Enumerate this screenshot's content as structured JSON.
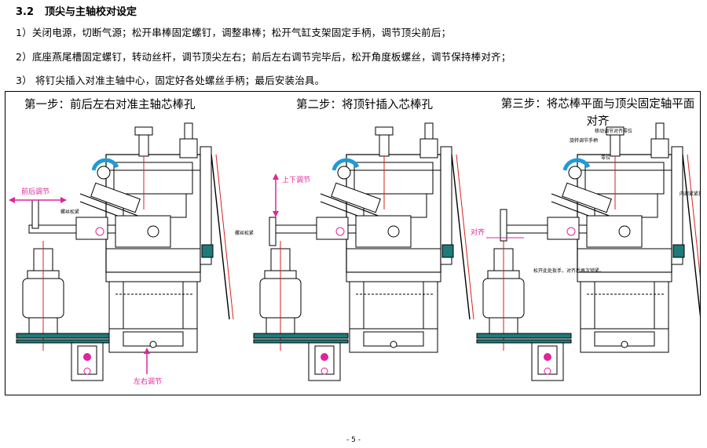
{
  "section": {
    "number": "3.2",
    "title": "顶尖与主轴校对设定"
  },
  "paragraphs": [
    "1）关闭电源，切断气源；松开串棒固定螺钉，调整串棒；松开气缸支架固定手柄，调节顶尖前后；",
    "2）底座燕尾槽固定螺钉，转动丝杆，调节顶尖左右；前后左右调节完毕后，松开角度板螺丝，调节保持棒对齐；",
    "3）  将钉尖插入对准主轴中心，固定好各处螺丝手柄；最后安装治具。"
  ],
  "figure": {
    "steps": [
      "第一步：前后左右对准主轴芯棒孔",
      "第二步：将顶针插入芯棒孔",
      "第三步：将芯棒平面与顶尖固定轴平面对齐"
    ],
    "labels": {
      "front_back": "前后调节",
      "left_right": "左右调节",
      "up_down": "上下调节",
      "align": "对齐",
      "screw1": "螺丝松紧",
      "screw2": "螺丝松紧",
      "rotate_adjust": "旋转调节手柄",
      "move_adjust": "移动调节对齐零位",
      "zero": "零位",
      "internal_screw": "内部紧紧扳手，对齐后再松开。",
      "loosen_fix": "松开此处扳手，对齐后再次锁紧。"
    },
    "colors": {
      "accent": "#e0249a",
      "line": "#000000",
      "shaft": "#d62020",
      "hatch": "#1e9bd7",
      "plate": "#1f7a7a"
    }
  },
  "page_number": "- 5 -"
}
